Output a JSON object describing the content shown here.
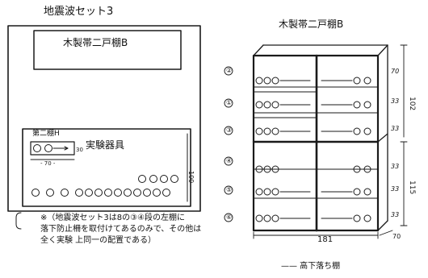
{
  "left_sketch": {
    "title": "地震波セット3",
    "upper_label": "木製帯二戸棚B",
    "lower_sub_label": "第二棚H",
    "lower_label": "実験器具"
  },
  "right_sketch": {
    "title": "木製帯二戸棚B",
    "width_label": "181",
    "legend": "—— 高下落ち棚"
  },
  "note": {
    "line1": "※（地震波セット3は8の③④段の左棚に",
    "line2": "落下防止柵を取付けてあるのみで、その他は",
    "line3": "全く実験                上同一の配置である）"
  },
  "row_numbers": [
    "②",
    "①",
    "③",
    "④",
    "⑤",
    "⑥"
  ],
  "right_dims": [
    "70",
    "33",
    "33",
    "33",
    "33",
    "33"
  ]
}
